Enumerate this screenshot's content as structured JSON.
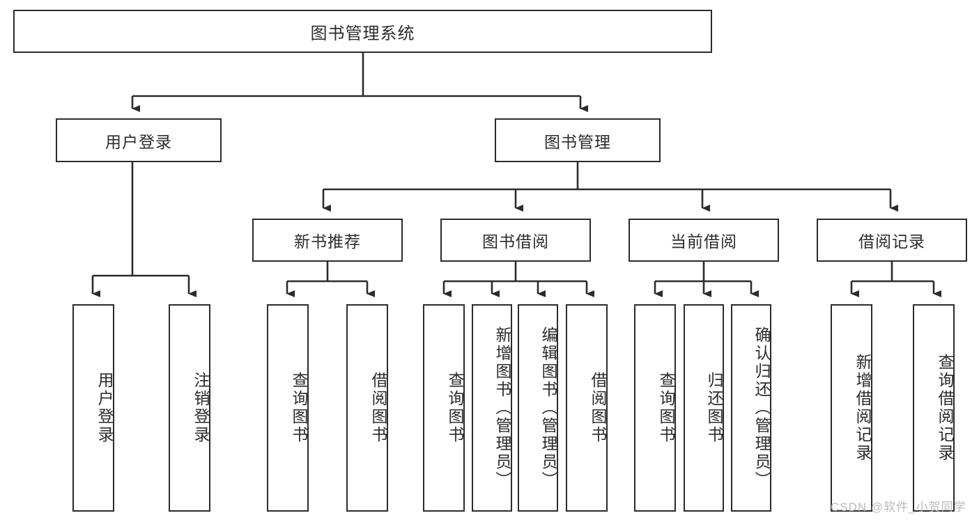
{
  "diagram": {
    "type": "tree",
    "title": "图书管理系统",
    "orientation": "top-down",
    "levels": 4
  },
  "root": {
    "label": "图书管理系统"
  },
  "level2": [
    {
      "label": "用户登录"
    },
    {
      "label": "图书管理"
    }
  ],
  "level3": [
    {
      "label": "新书推荐"
    },
    {
      "label": "图书借阅"
    },
    {
      "label": "当前借阅"
    },
    {
      "label": "借阅记录"
    }
  ],
  "leaves": {
    "user_login": [
      {
        "label": "用户登录"
      },
      {
        "label": "注销登录"
      }
    ],
    "new_book_recommend": [
      {
        "label": "查询图书"
      },
      {
        "label": "借阅图书"
      }
    ],
    "book_borrow": [
      {
        "label": "查询图书"
      },
      {
        "label": "新增图书（管理员）"
      },
      {
        "label": "编辑图书（管理员）"
      },
      {
        "label": "借阅图书"
      }
    ],
    "current_borrow": [
      {
        "label": "查询图书"
      },
      {
        "label": "归还图书"
      },
      {
        "label": "确认归还（管理员）"
      }
    ],
    "borrow_record": [
      {
        "label": "新增借阅记录"
      },
      {
        "label": "查询借阅记录"
      }
    ]
  },
  "watermark": {
    "text": "CSDN @软件_小贺同学"
  },
  "colors": {
    "stroke": "#2b2b2b",
    "background": "#ffffff",
    "text": "#2b2b2b",
    "watermark": "#b9b9b9"
  }
}
